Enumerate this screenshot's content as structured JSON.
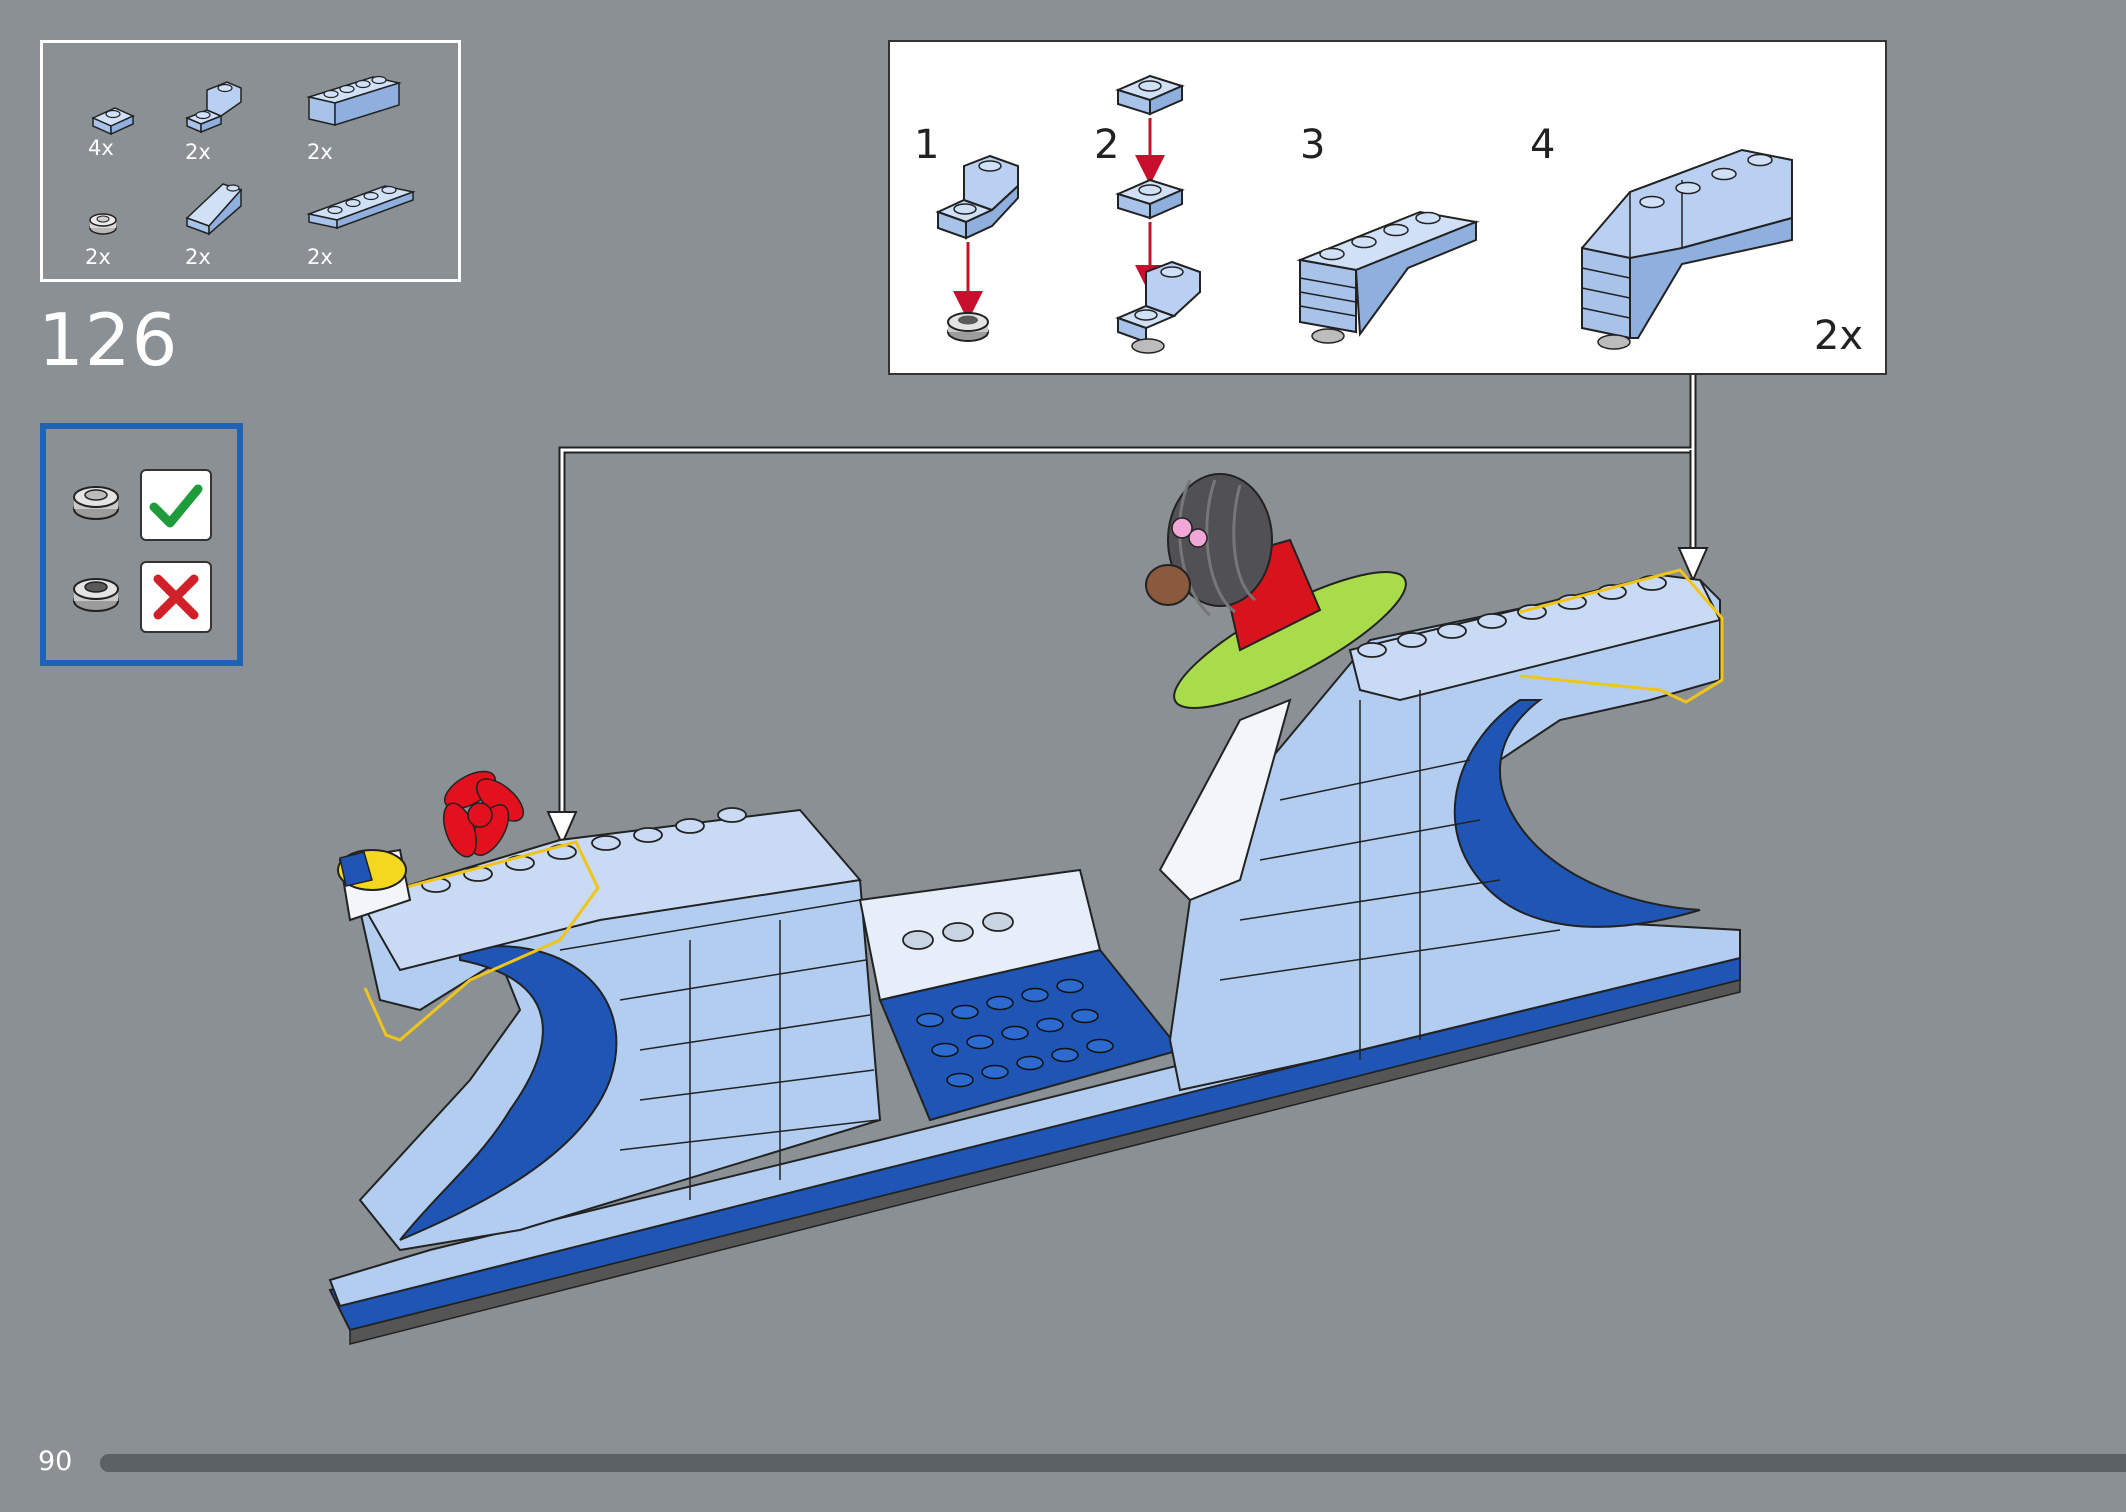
{
  "parts_list": {
    "items": [
      {
        "icon": "plate-1x1-icon",
        "qty": "4x"
      },
      {
        "icon": "bracket-1x1-icon",
        "qty": "2x"
      },
      {
        "icon": "brick-1x4-icon",
        "qty": "2x"
      },
      {
        "icon": "round-plate-1x1-icon",
        "qty": "2x"
      },
      {
        "icon": "slope-1x2-icon",
        "qty": "2x"
      },
      {
        "icon": "plate-1x4-icon",
        "qty": "2x"
      }
    ]
  },
  "step": {
    "number": "126"
  },
  "tip": {
    "items": [
      {
        "icon": "round-plate-icon",
        "status": "correct"
      },
      {
        "icon": "round-plate-icon",
        "status": "wrong"
      }
    ]
  },
  "substeps": {
    "labels": [
      "1",
      "2",
      "3",
      "4"
    ],
    "multiplier": "2x"
  },
  "footer": {
    "page_number": "90",
    "progress": 1.0
  },
  "colors": {
    "background": "#8a9093",
    "part_light_blue": "#b3cdf0",
    "part_dark_blue": "#1f56b5",
    "tip_border": "#1f63b6",
    "highlight": "#f0c419",
    "arrow_red": "#c8102e",
    "check_green": "#1e9b3a",
    "cross_red": "#d0202a"
  }
}
